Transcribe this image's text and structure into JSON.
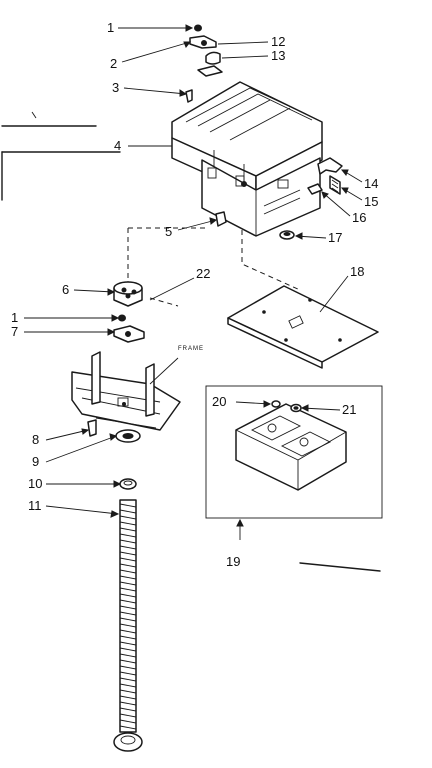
{
  "diagram": {
    "part_numbers": {
      "p1": "1",
      "p2": "2",
      "p3": "3",
      "p4": "4",
      "p5": "5",
      "p6": "6",
      "p1b": "1",
      "p7": "7",
      "p8": "8",
      "p9": "9",
      "p10": "10",
      "p11": "11",
      "p12": "12",
      "p13": "13",
      "p14": "14",
      "p15": "15",
      "p16": "16",
      "p17": "17",
      "p18": "18",
      "p19": "19",
      "p20": "20",
      "p21": "21",
      "p22": "22"
    },
    "frame_label": "FRAME"
  }
}
